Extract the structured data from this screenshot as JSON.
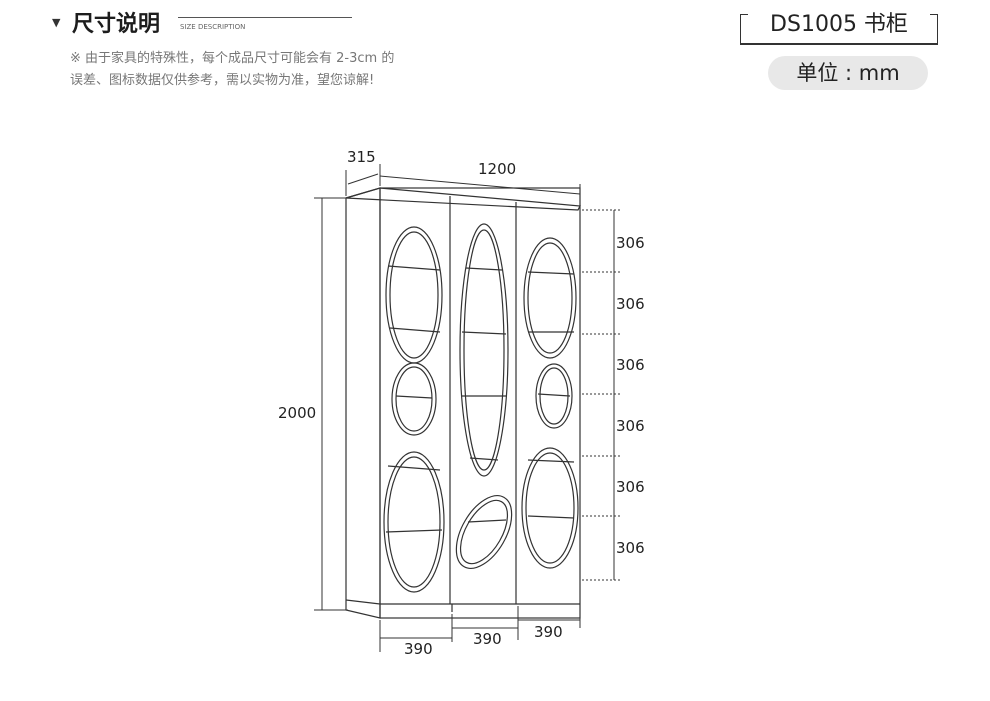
{
  "header": {
    "arrow": "▼",
    "title": "尺寸说明",
    "subtitle": "SIZE DESCRIPTION"
  },
  "note": {
    "line1": "※ 由于家具的特殊性，每个成品尺寸可能会有 2-3cm 的",
    "line2": "误差、图标数据仅供参考，需以实物为准，望您谅解!"
  },
  "model": "DS1005 书柜",
  "unit": "单位 : mm",
  "dimensions": {
    "depth": "315",
    "width": "1200",
    "height": "2000",
    "section_heights": [
      "306",
      "306",
      "306",
      "306",
      "306",
      "306"
    ],
    "door_widths": [
      "390",
      "390",
      "390"
    ]
  },
  "colors": {
    "line": "#333333",
    "note_text": "#777777",
    "unit_bg": "#e8e8e8"
  }
}
